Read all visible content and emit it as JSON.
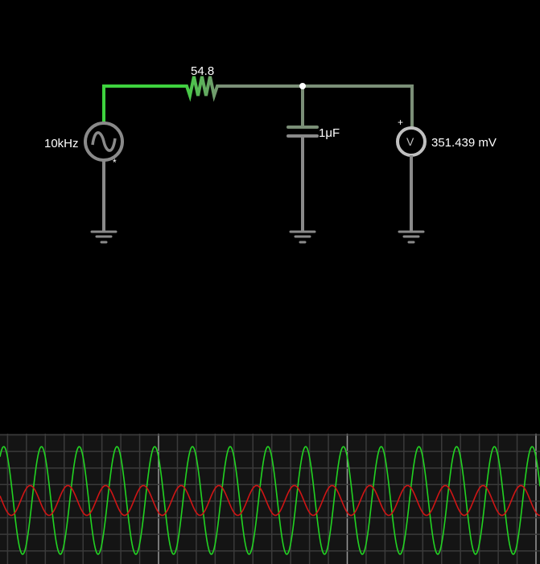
{
  "circuit": {
    "source": {
      "label": "10kHz",
      "marker": "*",
      "icon": "ac-sine-icon"
    },
    "resistor": {
      "label": "54.8"
    },
    "capacitor": {
      "label": "1μF"
    },
    "voltmeter": {
      "symbol": "V",
      "plus": "+",
      "reading": "351.439 mV"
    },
    "colors": {
      "active_wire": "#3ed33e",
      "node_wire": "#7b8f77",
      "ground_wire": "#8a8a8a",
      "meter": "#c0c0c0"
    }
  },
  "scope": {
    "background": "#141414",
    "grid_color": "#3a3a3a",
    "major_grid_color": "#9a9a9a",
    "traces": [
      {
        "name": "source-voltage",
        "color": "#22d322",
        "period_divisions": 2.0,
        "amplitude_divisions": 3.25,
        "phase_divisions": -0.1
      },
      {
        "name": "capacitor-voltage",
        "color": "#d01515",
        "period_divisions": 2.0,
        "amplitude_divisions": 0.9,
        "phase_divisions": 1.3
      }
    ]
  }
}
